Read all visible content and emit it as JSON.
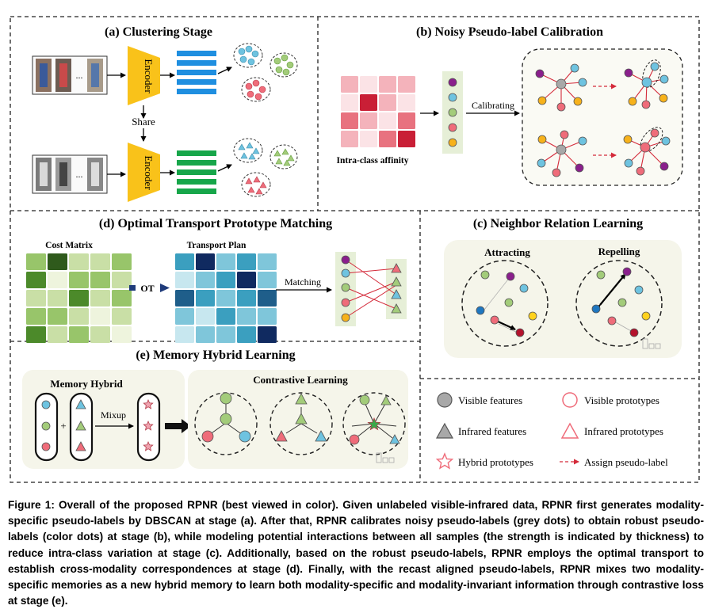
{
  "panels": {
    "a": {
      "title": "(a) Clustering Stage",
      "encoder_label": "Encoder",
      "share_label": "Share",
      "ellipsis": "..."
    },
    "b": {
      "title": "(b) Noisy Pseudo-label Calibration",
      "affinity_label": "Intra-class affinity",
      "calibrating_label": "Calibrating"
    },
    "c": {
      "title": "(c) Neighbor Relation Learning",
      "attracting_label": "Attracting",
      "repelling_label": "Repelling"
    },
    "d": {
      "title": "(d) Optimal Transport Prototype Matching",
      "cost_label": "Cost Matrix",
      "transport_label": "Transport Plan",
      "ot_label": "OT",
      "matching_label": "Matching"
    },
    "e": {
      "title": "(e) Memory Hybrid  Learning",
      "memory_label": "Memory Hybrid",
      "mixup_label": "Mixup",
      "contrastive_label": "Contrastive  Learning"
    }
  },
  "legend": {
    "visible_features": "Visible features",
    "visible_prototypes": "Visible prototypes",
    "infrared_features": "Infrared features",
    "infrared_prototypes": "Infrared prototypes",
    "hybrid_prototypes": "Hybrid prototypes",
    "assign_label": "Assign pseudo-label"
  },
  "colors": {
    "encoder": "#f9c21a",
    "visible_bar": "#1f8fe0",
    "infrared_bar": "#17a64a",
    "node_purple": "#8a1f8c",
    "node_teal": "#6ec3e0",
    "node_green": "#a3cc7a",
    "node_red": "#ef6c7a",
    "node_orange": "#f7b21b",
    "node_blue": "#1f77c0",
    "node_yellow": "#ffd21e",
    "node_darkred": "#b3122c",
    "edge_red": "#d42a3a"
  },
  "caption": "Figure 1: Overall of the proposed RPNR (best viewed in color). Given unlabeled visible-infrared data, RPNR first generates modality-specific pseudo-labels by DBSCAN at stage (a). After that, RPNR calibrates noisy pseudo-labels (grey dots) to obtain robust pseudo-labels (color dots) at stage (b), while modeling potential interactions between all samples (the strength is indicated by thickness) to reduce intra-class variation at stage (c). Additionally, based on the robust pseudo-labels, RPNR employs the optimal transport to establish cross-modality correspondences at stage (d). Finally, with the recast aligned pseudo-labels, RPNR mixes two modality-specific memories as a new hybrid memory to learn both modality-specific and modality-invariant information through contrastive loss at stage (e)."
}
